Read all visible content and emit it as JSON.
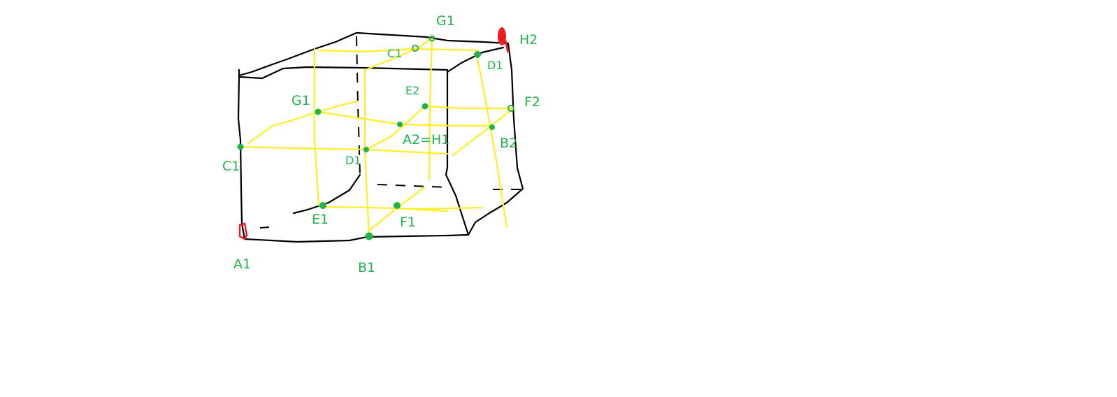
{
  "colors": {
    "background": "#ffffff",
    "cube_edges": "#000000",
    "grid_lines": "#ffee22",
    "points_and_labels": "#22b14c",
    "corner_marks": "#ed1c24"
  },
  "labels": {
    "A1": "A1",
    "B1": "B1",
    "C1_left": "C1",
    "D1": "D1",
    "E1": "E1",
    "F1": "F1",
    "G1": "G1",
    "C1_top": "C1",
    "D1_right": "D1",
    "E2": "E2",
    "A2_H1": "A2=H1",
    "B2": "B2",
    "F2": "F2",
    "G2": "G1",
    "H2": "H2"
  }
}
